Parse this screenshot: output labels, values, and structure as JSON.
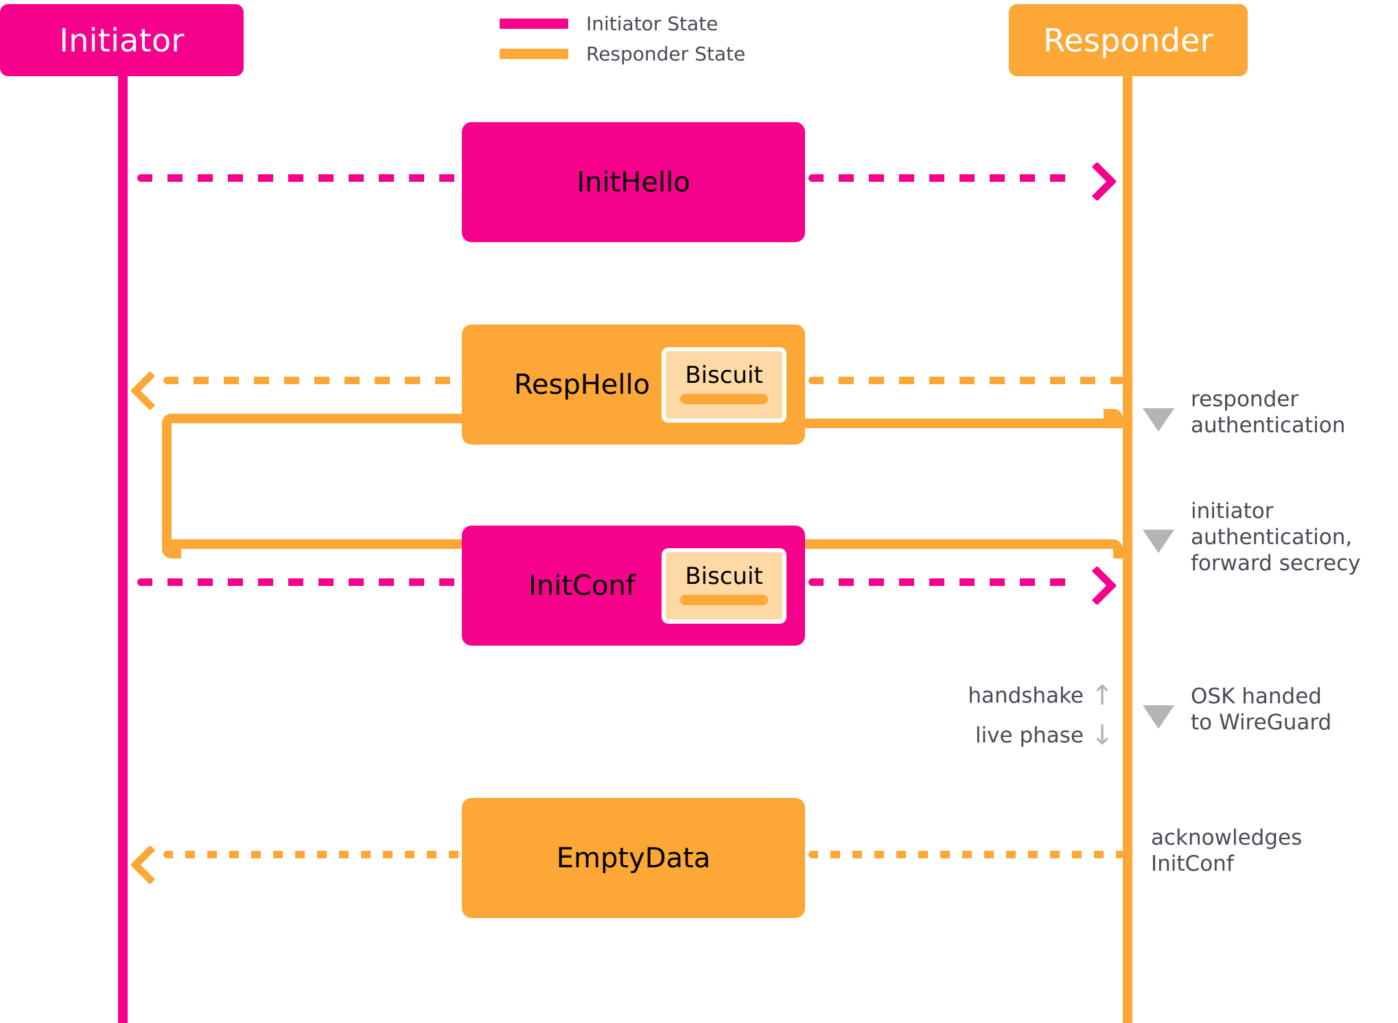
{
  "actors": {
    "initiator": {
      "label": "Initiator",
      "color": "#f5018b"
    },
    "responder": {
      "label": "Responder",
      "color": "#fca736"
    }
  },
  "legend": {
    "items": [
      {
        "label": "Initiator State",
        "color": "#f5018b"
      },
      {
        "label": "Responder State",
        "color": "#fca736"
      }
    ]
  },
  "messages": [
    {
      "label": "InitHello",
      "color": "#f5018b",
      "direction": "right",
      "biscuit": null
    },
    {
      "label": "RespHello",
      "color": "#fca736",
      "direction": "left",
      "biscuit": "Biscuit"
    },
    {
      "label": "InitConf",
      "color": "#f5018b",
      "direction": "right",
      "biscuit": "Biscuit"
    },
    {
      "label": "EmptyData",
      "color": "#fca736",
      "direction": "left",
      "biscuit": null
    }
  ],
  "biscuit_label": "Biscuit",
  "annotations": [
    {
      "text": "responder\nauthentication",
      "marker": "triangle-down"
    },
    {
      "text": "initiator\nauthentication,\nforward secrecy",
      "marker": "triangle-down"
    },
    {
      "text": "OSK handed\nto WireGuard",
      "marker": "triangle-down"
    },
    {
      "text": "acknowledges\nInitConf",
      "marker": "none"
    }
  ],
  "phase": {
    "handshake_label": "handshake",
    "handshake_arrow": "↑",
    "live_label": "live phase",
    "live_arrow": "↓"
  },
  "colors": {
    "pink": "#f5018b",
    "orange": "#fca736",
    "biscuit_fill": "#fdd9a5",
    "text_gray": "#4a4a58",
    "marker_gray": "#b4b4b4"
  }
}
